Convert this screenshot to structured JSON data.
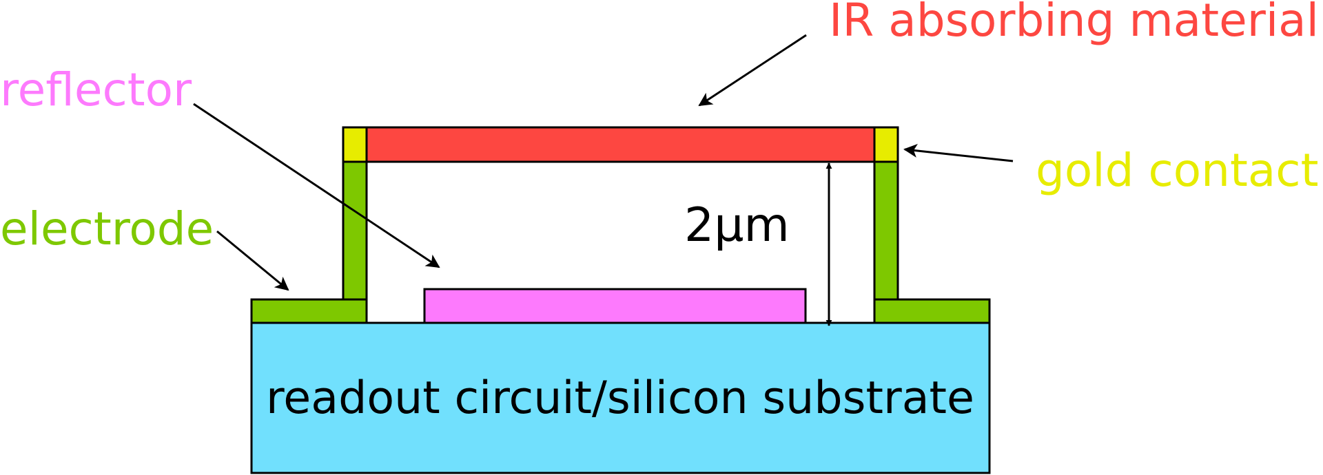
{
  "labels": {
    "ir_absorbing": "IR absorbing material",
    "reflector": "reflector",
    "gold_contact": "gold contact",
    "electrode": "electrode",
    "gap": "2µm",
    "substrate": "readout circuit/silicon substrate"
  },
  "colors": {
    "ir_absorbing": "#fd4741",
    "reflector": "#fd7afd",
    "gold_contact": "#e7ec00",
    "electrode": "#7ec800",
    "substrate": "#71e0fd",
    "outline": "#000000",
    "text": "#000000"
  }
}
